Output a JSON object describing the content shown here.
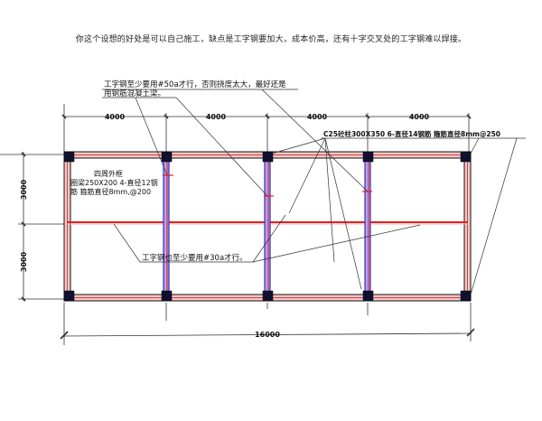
{
  "comment": "你这个设想的好处是可以自己施工，缺点是工字钢要加大，成本价高，还有十字交叉处的工字钢难以焊接。",
  "annotations": {
    "top_note_line1": "工字钢至少要用#50a才行，否则挠度太大，最好还是",
    "top_note_line2": "用钢筋混凝土梁。",
    "column_note": "C25砼柱300X350 6-直径14钢筋  箍筋直径8mm@250",
    "ring_beam_line1": "四周外框",
    "ring_beam_line2": "圈梁250X200 4-直径12钢",
    "ring_beam_line3": "筋 箍筋直径8mm,@200",
    "middle_note": "工字钢也至少要用#30a才行。"
  },
  "dimensions": {
    "top_spans": [
      "4000",
      "4000",
      "4000",
      "4000"
    ],
    "left_spans": [
      "3000",
      "3000"
    ],
    "total_length": "16000"
  },
  "colors": {
    "frame_outer": "#000000",
    "frame_inner": "#d04040",
    "frame_fill": "#f4c8c8",
    "steel_beam_blue": "#3030d0",
    "steel_beam_red": "#e02020",
    "column_fill": "#101030",
    "line": "#333333"
  }
}
